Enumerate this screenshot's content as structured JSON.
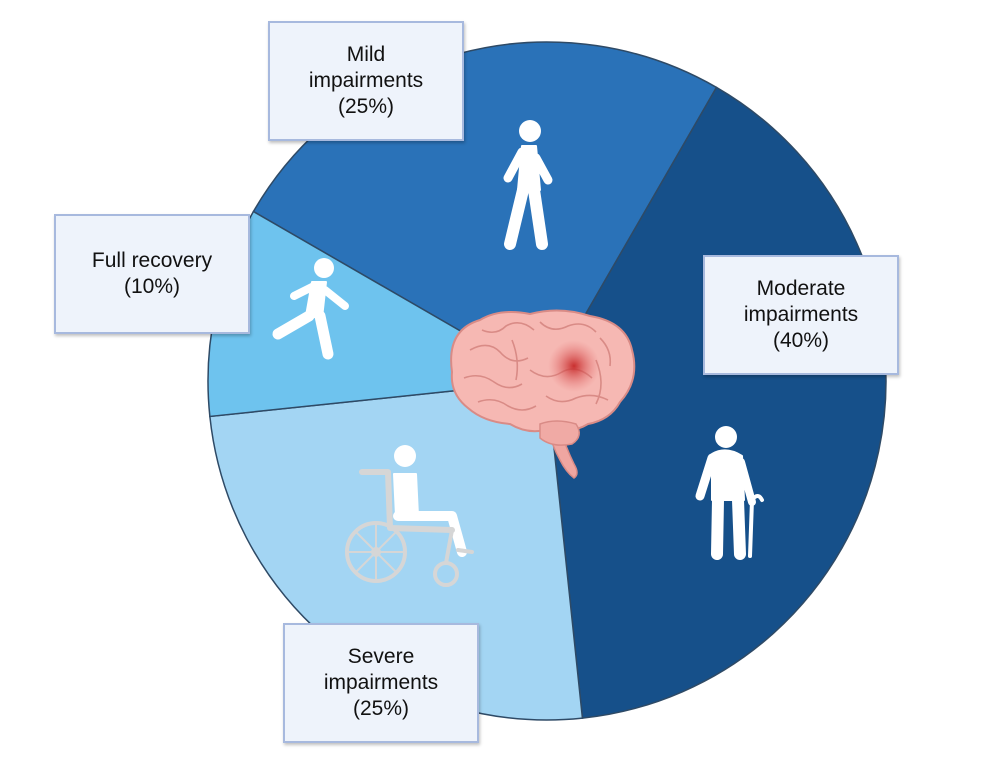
{
  "chart_data": {
    "type": "pie",
    "title": "",
    "slices": [
      {
        "name": "Mild",
        "display_name": "Mild\nimpairments",
        "value": 25,
        "value_label": "(25%)",
        "color": "#2a72b8",
        "icon": "walking-person-icon"
      },
      {
        "name": "Moderate",
        "display_name": "Moderate\nimpairments",
        "value": 40,
        "value_label": "(40%)",
        "color": "#16508a",
        "icon": "elderly-person-with-cane-icon"
      },
      {
        "name": "Severe",
        "display_name": "Severe\nimpairments",
        "value": 25,
        "value_label": "(25%)",
        "color": "#a3d5f3",
        "icon": "wheelchair-user-icon"
      },
      {
        "name": "Full recovery",
        "display_name": "Full recovery",
        "value": 10,
        "value_label": "(10%)",
        "color": "#6ec3ee",
        "icon": "running-person-icon"
      }
    ],
    "center_icon": "brain-icon",
    "legend": "none"
  }
}
